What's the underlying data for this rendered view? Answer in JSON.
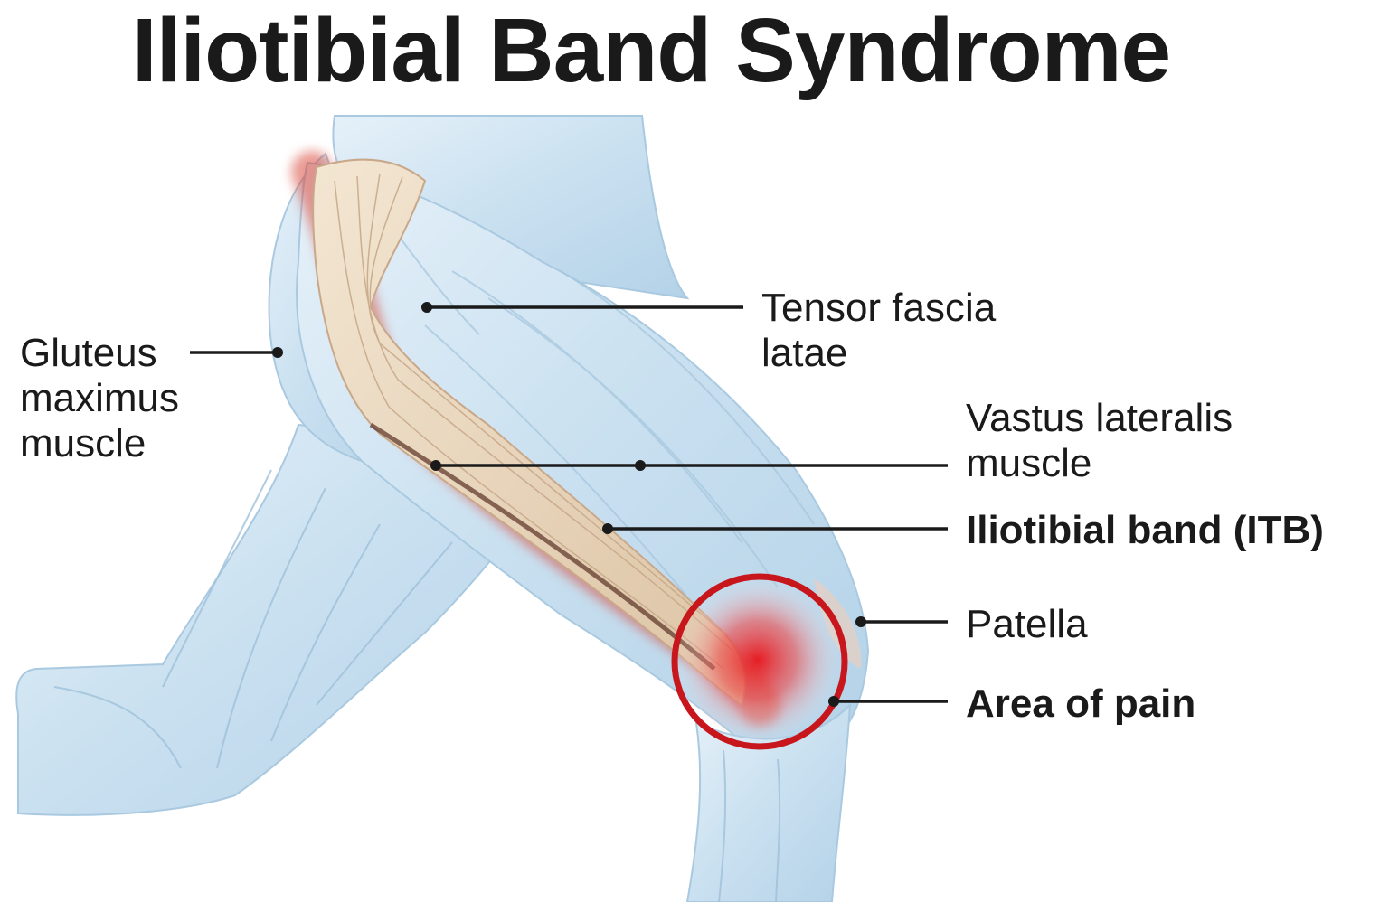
{
  "title": "Iliotibial Band Syndrome",
  "labels": {
    "gluteus": [
      "Gluteus",
      "maximus",
      "muscle"
    ],
    "tensor": [
      "Tensor fascia",
      "latae"
    ],
    "vastus": [
      "Vastus lateralis",
      "muscle"
    ],
    "itb": "Iliotibial band (ITB)",
    "patella": "Patella",
    "pain": "Area of pain"
  },
  "colors": {
    "skin": "#cfe4f2",
    "band": "#ecdcc4",
    "inflammation": "#d8231f",
    "pain_circle": "#c8161d",
    "leader": "#1a1a1a"
  }
}
